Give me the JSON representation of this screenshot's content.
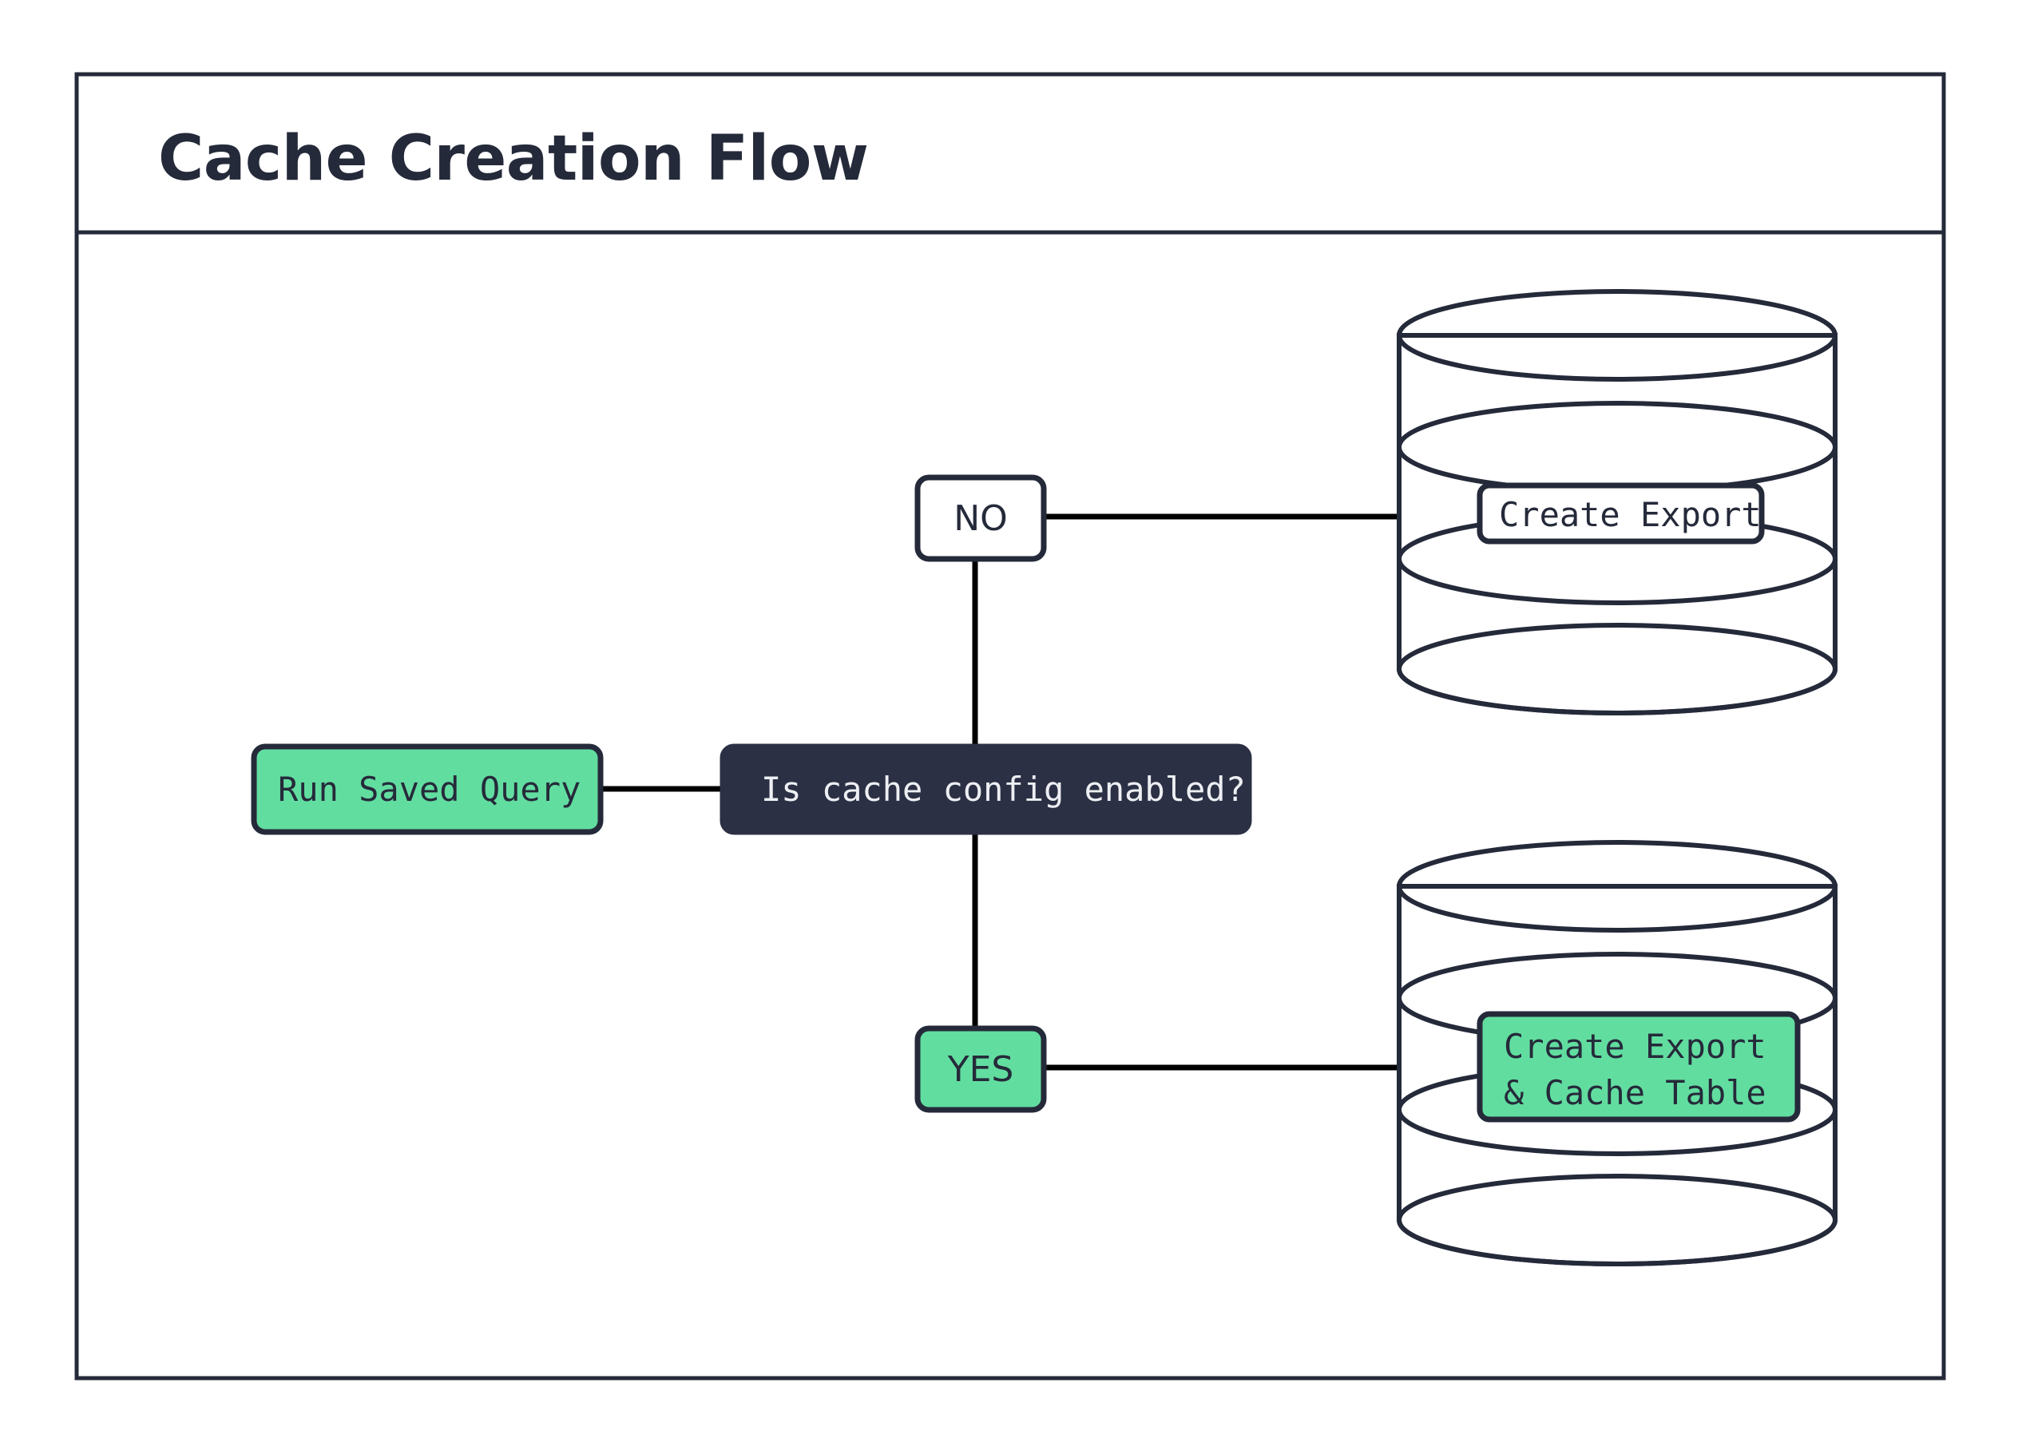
{
  "diagram": {
    "title": "Cache Creation Flow",
    "colors": {
      "accent_green": "#62DDA0",
      "dark_navy": "#2B3044",
      "frame_stroke": "#252A3A",
      "edge_stroke": "#000000",
      "canvas": "#FFFFFF"
    },
    "nodes": [
      {
        "id": "run-saved-query",
        "label": "Run Saved Query",
        "shape": "rounded-rect",
        "fill": "green",
        "font": "mono"
      },
      {
        "id": "decision",
        "label": "Is cache config enabled?",
        "shape": "rounded-rect",
        "fill": "dark",
        "font": "mono"
      },
      {
        "id": "branch-no",
        "label": "NO",
        "shape": "rounded-rect",
        "fill": "white",
        "font": "sans"
      },
      {
        "id": "branch-yes",
        "label": "YES",
        "shape": "rounded-rect",
        "fill": "green",
        "font": "sans"
      },
      {
        "id": "db-create-export",
        "label": "Create Export",
        "shape": "database-cylinder",
        "fill": "white",
        "font": "mono"
      },
      {
        "id": "db-create-export-cache-table",
        "label_line_1": "Create Export",
        "label_line_2": "& Cache Table",
        "shape": "database-cylinder",
        "fill": "green",
        "font": "mono"
      }
    ],
    "edges": [
      {
        "from": "run-saved-query",
        "to": "decision",
        "label": ""
      },
      {
        "from": "decision",
        "to": "branch-no",
        "label": ""
      },
      {
        "from": "branch-no",
        "to": "db-create-export",
        "label": ""
      },
      {
        "from": "decision",
        "to": "branch-yes",
        "label": ""
      },
      {
        "from": "branch-yes",
        "to": "db-create-export-cache-table",
        "label": ""
      }
    ]
  }
}
